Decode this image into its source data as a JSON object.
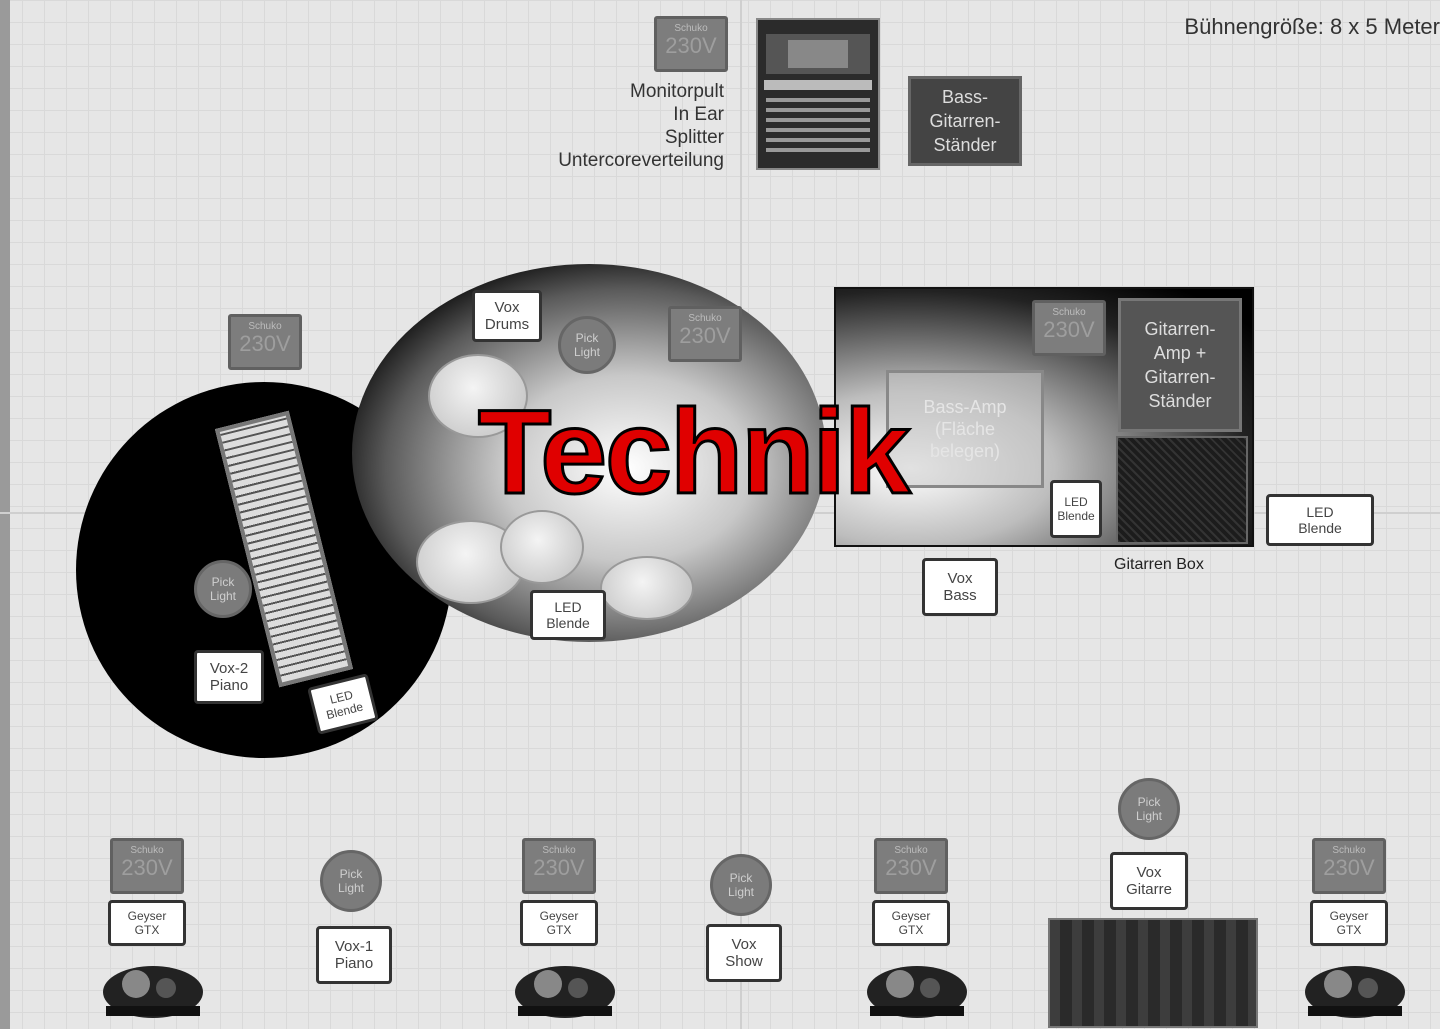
{
  "stage_size": "Bühnengröße: 8 x 5 Meter",
  "watermark": "Technik",
  "power": {
    "label": "Schuko",
    "voltage": "230V"
  },
  "monitor_area": {
    "lines": [
      "Monitorpult",
      "In Ear",
      "Splitter",
      "Untercoreverteilung"
    ]
  },
  "bass_stand": {
    "lines": [
      "Bass-",
      "Gitarren-",
      "Ständer"
    ]
  },
  "bass_amp": {
    "lines": [
      "Bass-Amp",
      "(Fläche",
      "belegen)"
    ]
  },
  "guitar_amp": {
    "lines": [
      "Gitarren-",
      "Amp +",
      "Gitarren-",
      "Ständer"
    ]
  },
  "guitar_box_caption": "Gitarren Box",
  "pick": {
    "line1": "Pick",
    "line2": "Light"
  },
  "led": {
    "line1": "LED",
    "line2": "Blende"
  },
  "vox": {
    "drums": [
      "Vox",
      "Drums"
    ],
    "piano2": [
      "Vox-2",
      "Piano"
    ],
    "piano1": [
      "Vox-1",
      "Piano"
    ],
    "bass": [
      "Vox",
      "Bass"
    ],
    "show": [
      "Vox",
      "Show"
    ],
    "guitar": [
      "Vox",
      "Gitarre"
    ]
  },
  "monitor_label": {
    "line1": "Geyser",
    "line2": "GTX"
  }
}
